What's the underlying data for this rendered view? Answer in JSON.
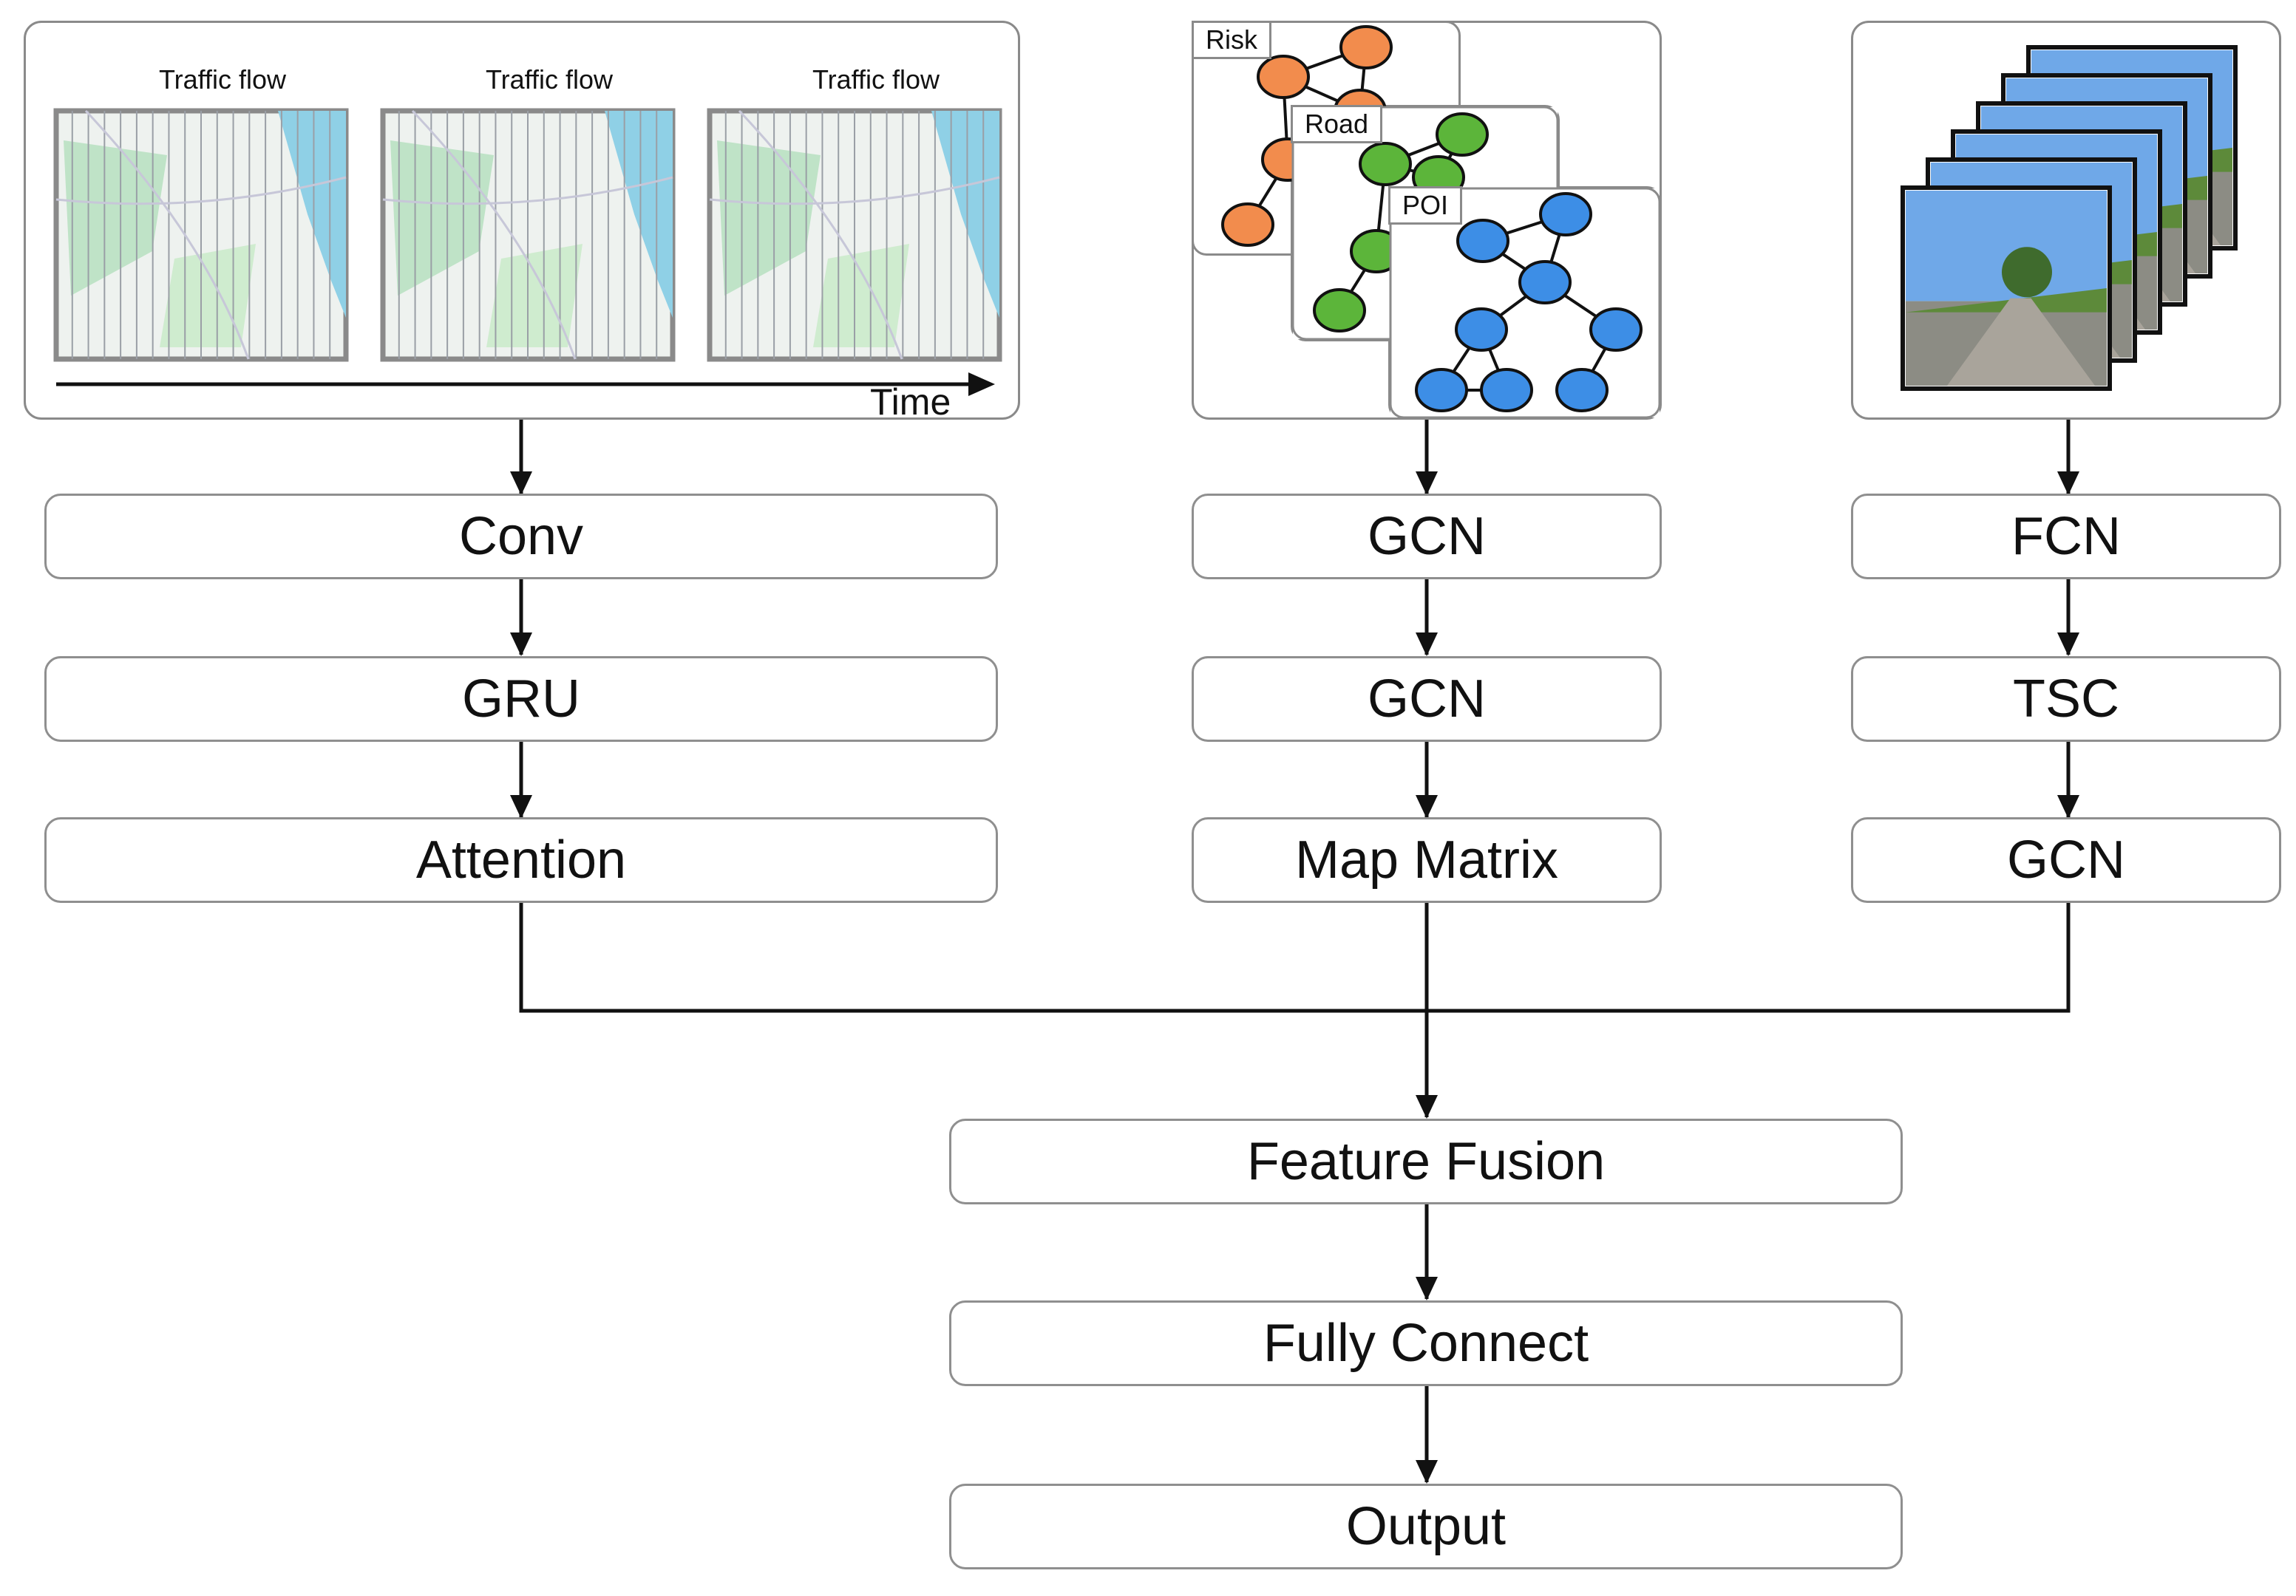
{
  "inputs": {
    "traffic": {
      "map_labels": [
        "Traffic flow",
        "Traffic flow",
        "Traffic flow"
      ],
      "axis_label": "Time"
    },
    "graphs": {
      "labels": [
        "Risk",
        "Road",
        "POI"
      ],
      "colors": {
        "risk": "#f28c4d",
        "road": "#5cb53a",
        "poi": "#3d8ee6"
      }
    },
    "images": {
      "description_icon": "street-view-image-stack-icon"
    }
  },
  "branches": {
    "traffic": [
      "Conv",
      "GRU",
      "Attention"
    ],
    "graph": [
      "GCN",
      "GCN",
      "Map Matrix"
    ],
    "image": [
      "FCN",
      "TSC",
      "GCN"
    ]
  },
  "fusion": [
    "Feature Fusion",
    "Fully Connect",
    "Output"
  ]
}
